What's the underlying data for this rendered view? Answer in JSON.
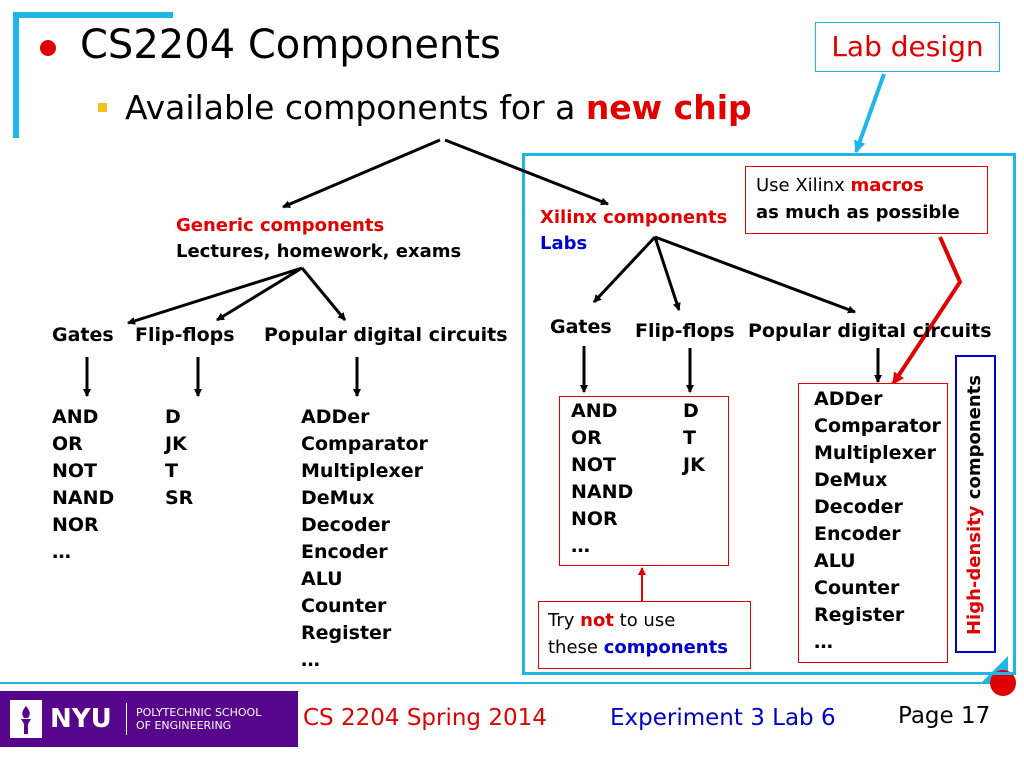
{
  "title": {
    "main": "CS2204 Components"
  },
  "subtitle": {
    "prefix": "Available components for a ",
    "emphasis": "new chip"
  },
  "lab_design": "Lab design",
  "generic": {
    "title": "Generic components",
    "subtitle": "Lectures, homework, exams",
    "gates_label": "Gates",
    "flipflops_label": "Flip-flops",
    "popular_label": "Popular digital circuits",
    "gates": [
      "AND",
      "OR",
      "NOT",
      "NAND",
      "NOR",
      "…"
    ],
    "flipflops": [
      "D",
      "JK",
      "T",
      "SR"
    ],
    "popular": [
      "ADDer",
      "Comparator",
      "Multiplexer",
      "DeMux",
      "Decoder",
      "Encoder",
      "ALU",
      "Counter",
      "Register",
      "…"
    ]
  },
  "xilinx": {
    "title": "Xilinx components",
    "subtitle": "Labs",
    "gates_label": "Gates",
    "flipflops_label": "Flip-flops",
    "popular_label": "Popular digital circuits",
    "gates": [
      "AND",
      "OR",
      "NOT",
      "NAND",
      "NOR",
      "…"
    ],
    "flipflops": [
      "D",
      "T",
      "JK"
    ],
    "popular": [
      "ADDer",
      "Comparator",
      "Multiplexer",
      "DeMux",
      "Decoder",
      "Encoder",
      "ALU",
      "Counter",
      "Register",
      "…"
    ]
  },
  "macros_note": {
    "prefix": "Use Xilinx ",
    "emphasis": "macros",
    "line2": "as much as possible"
  },
  "try_note": {
    "prefix": "Try ",
    "emphasis": "not",
    "mid": " to use",
    "line2_prefix": "these ",
    "line2_emphasis": "components"
  },
  "high_density": {
    "red": "High-density",
    "black": " components"
  },
  "footer": {
    "logo_word": "NYU",
    "logo_line1": "POLYTECHNIC SCHOOL",
    "logo_line2": "OF ENGINEERING",
    "course": "CS 2204 Spring 2014",
    "experiment": "Experiment 3 Lab 6",
    "page": "Page 17"
  },
  "colors": {
    "accent": "#1fb6e6",
    "red": "#e00000",
    "blue": "#0000cc",
    "logo_purple": "#57068c"
  }
}
